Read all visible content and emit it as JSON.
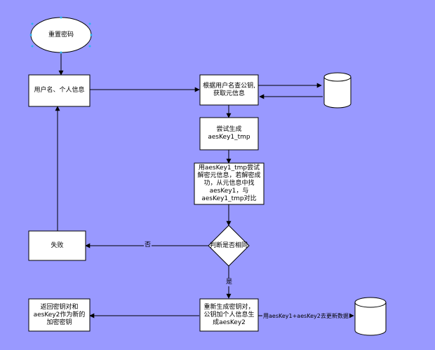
{
  "nodes": {
    "start": "重置密码",
    "user_info": "用户名、个人信息",
    "lookup_pubkey": "根据用户名查公钥,获取元信息",
    "generate_tmp": "尝试生成\naesKey1_tmp",
    "decrypt_compare": "用aesKey1_tmp尝试解密元信息，若解密成功，从元信息中找aesKey1，与aesKey1_tmp对比",
    "decision": "判断是否相同",
    "failure": "失败",
    "regenerate": "重新生成密钥对，公钥加个人信息生成aesKey2",
    "return_keys": "返回密钥对和aesKey2作为新的加密密钥"
  },
  "edge_labels": {
    "no": "否",
    "yes": "是",
    "update": "用aesKey1+aesKey2去更新数据"
  }
}
